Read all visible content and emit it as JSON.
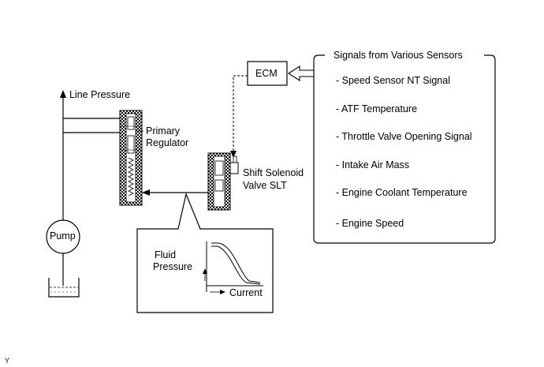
{
  "labels": {
    "line_pressure": "Line Pressure",
    "primary_regulator_1": "Primary",
    "primary_regulator_2": "Regulator",
    "ecm": "ECM",
    "solenoid_1": "Shift Solenoid",
    "solenoid_2": "Valve SLT",
    "pump": "Pump",
    "fluid_1": "Fluid",
    "fluid_2": "Pressure",
    "current": "Current",
    "corner_mark": "Y"
  },
  "sensors": {
    "title": "Signals from Various Sensors",
    "items": [
      "- Speed Sensor NT Signal",
      "- ATF Temperature",
      "- Throttle Valve Opening Signal",
      "- Intake Air Mass",
      "- Engine Coolant Temperature",
      "- Engine Speed"
    ]
  }
}
